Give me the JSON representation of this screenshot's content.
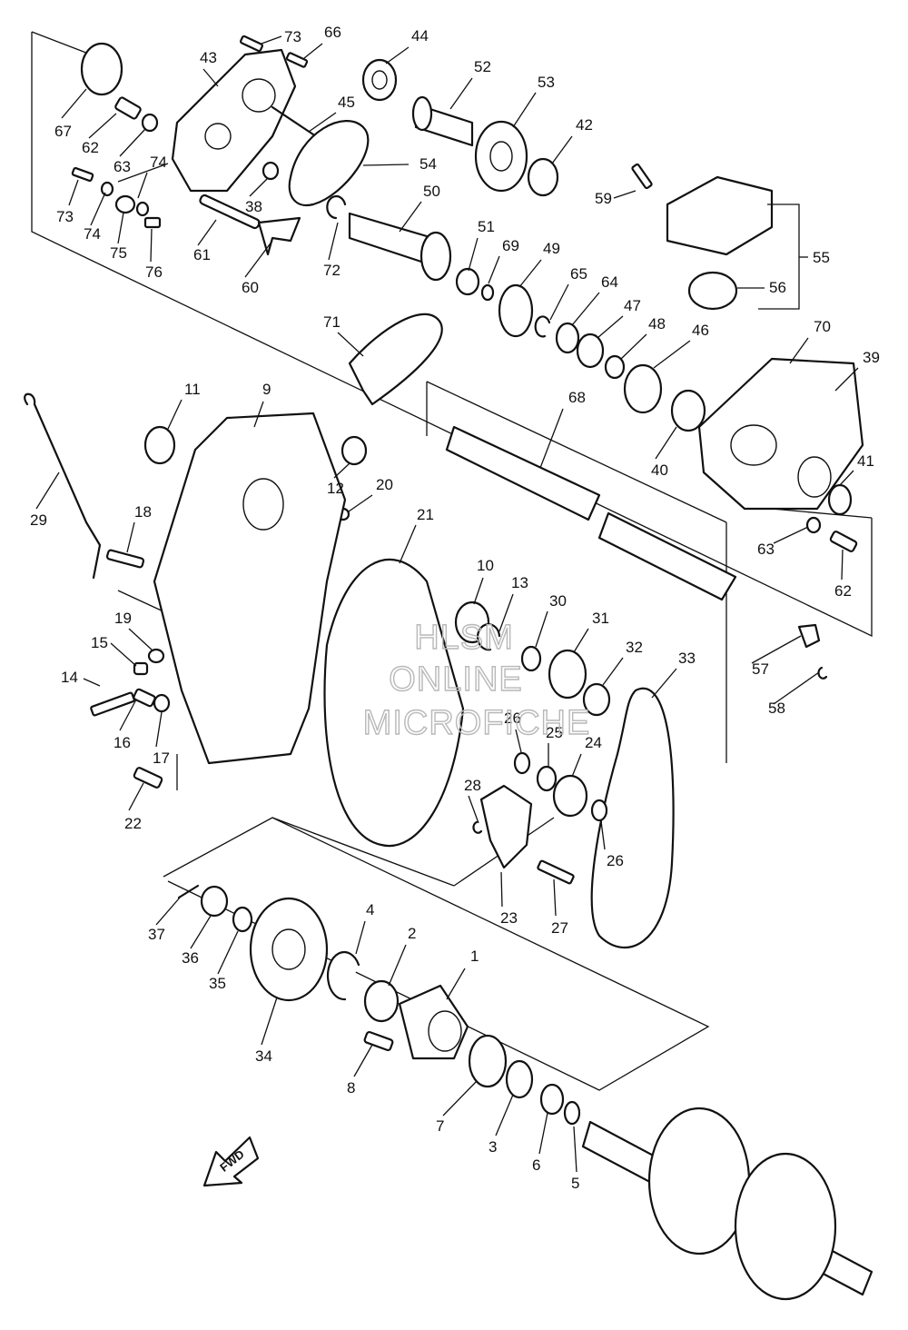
{
  "watermark": [
    "HLSM",
    "ONLINE",
    "MICROFICHE"
  ],
  "fwd_label": "FWD",
  "callouts": [
    {
      "id": "c1",
      "label": "1"
    },
    {
      "id": "c2",
      "label": "2"
    },
    {
      "id": "c3",
      "label": "3"
    },
    {
      "id": "c4",
      "label": "4"
    },
    {
      "id": "c5",
      "label": "5"
    },
    {
      "id": "c6",
      "label": "6"
    },
    {
      "id": "c7",
      "label": "7"
    },
    {
      "id": "c8",
      "label": "8"
    },
    {
      "id": "c9",
      "label": "9"
    },
    {
      "id": "c10",
      "label": "10"
    },
    {
      "id": "c11",
      "label": "11"
    },
    {
      "id": "c12",
      "label": "12"
    },
    {
      "id": "c13",
      "label": "13"
    },
    {
      "id": "c14",
      "label": "14"
    },
    {
      "id": "c15",
      "label": "15"
    },
    {
      "id": "c16",
      "label": "16"
    },
    {
      "id": "c17",
      "label": "17"
    },
    {
      "id": "c18",
      "label": "18"
    },
    {
      "id": "c19",
      "label": "19"
    },
    {
      "id": "c20",
      "label": "20"
    },
    {
      "id": "c21",
      "label": "21"
    },
    {
      "id": "c22",
      "label": "22"
    },
    {
      "id": "c23",
      "label": "23"
    },
    {
      "id": "c24",
      "label": "24"
    },
    {
      "id": "c25",
      "label": "25"
    },
    {
      "id": "c26a",
      "label": "26"
    },
    {
      "id": "c26b",
      "label": "26"
    },
    {
      "id": "c27",
      "label": "27"
    },
    {
      "id": "c28",
      "label": "28"
    },
    {
      "id": "c29",
      "label": "29"
    },
    {
      "id": "c30",
      "label": "30"
    },
    {
      "id": "c31",
      "label": "31"
    },
    {
      "id": "c32",
      "label": "32"
    },
    {
      "id": "c33",
      "label": "33"
    },
    {
      "id": "c34",
      "label": "34"
    },
    {
      "id": "c35",
      "label": "35"
    },
    {
      "id": "c36",
      "label": "36"
    },
    {
      "id": "c37",
      "label": "37"
    },
    {
      "id": "c38",
      "label": "38"
    },
    {
      "id": "c39",
      "label": "39"
    },
    {
      "id": "c40",
      "label": "40"
    },
    {
      "id": "c41",
      "label": "41"
    },
    {
      "id": "c42",
      "label": "42"
    },
    {
      "id": "c43",
      "label": "43"
    },
    {
      "id": "c44",
      "label": "44"
    },
    {
      "id": "c45",
      "label": "45"
    },
    {
      "id": "c46",
      "label": "46"
    },
    {
      "id": "c47",
      "label": "47"
    },
    {
      "id": "c48",
      "label": "48"
    },
    {
      "id": "c49",
      "label": "49"
    },
    {
      "id": "c50",
      "label": "50"
    },
    {
      "id": "c51",
      "label": "51"
    },
    {
      "id": "c52",
      "label": "52"
    },
    {
      "id": "c53",
      "label": "53"
    },
    {
      "id": "c54",
      "label": "54"
    },
    {
      "id": "c55",
      "label": "55"
    },
    {
      "id": "c56",
      "label": "56"
    },
    {
      "id": "c57",
      "label": "57"
    },
    {
      "id": "c58",
      "label": "58"
    },
    {
      "id": "c59",
      "label": "59"
    },
    {
      "id": "c60",
      "label": "60"
    },
    {
      "id": "c61",
      "label": "61"
    },
    {
      "id": "c62a",
      "label": "62"
    },
    {
      "id": "c62b",
      "label": "62"
    },
    {
      "id": "c63a",
      "label": "63"
    },
    {
      "id": "c63b",
      "label": "63"
    },
    {
      "id": "c64",
      "label": "64"
    },
    {
      "id": "c65",
      "label": "65"
    },
    {
      "id": "c66",
      "label": "66"
    },
    {
      "id": "c67",
      "label": "67"
    },
    {
      "id": "c68",
      "label": "68"
    },
    {
      "id": "c69",
      "label": "69"
    },
    {
      "id": "c70",
      "label": "70"
    },
    {
      "id": "c71",
      "label": "71"
    },
    {
      "id": "c72",
      "label": "72"
    },
    {
      "id": "c73a",
      "label": "73"
    },
    {
      "id": "c73b",
      "label": "73"
    },
    {
      "id": "c74a",
      "label": "74"
    },
    {
      "id": "c74b",
      "label": "74"
    },
    {
      "id": "c75",
      "label": "75"
    },
    {
      "id": "c76",
      "label": "76"
    }
  ]
}
